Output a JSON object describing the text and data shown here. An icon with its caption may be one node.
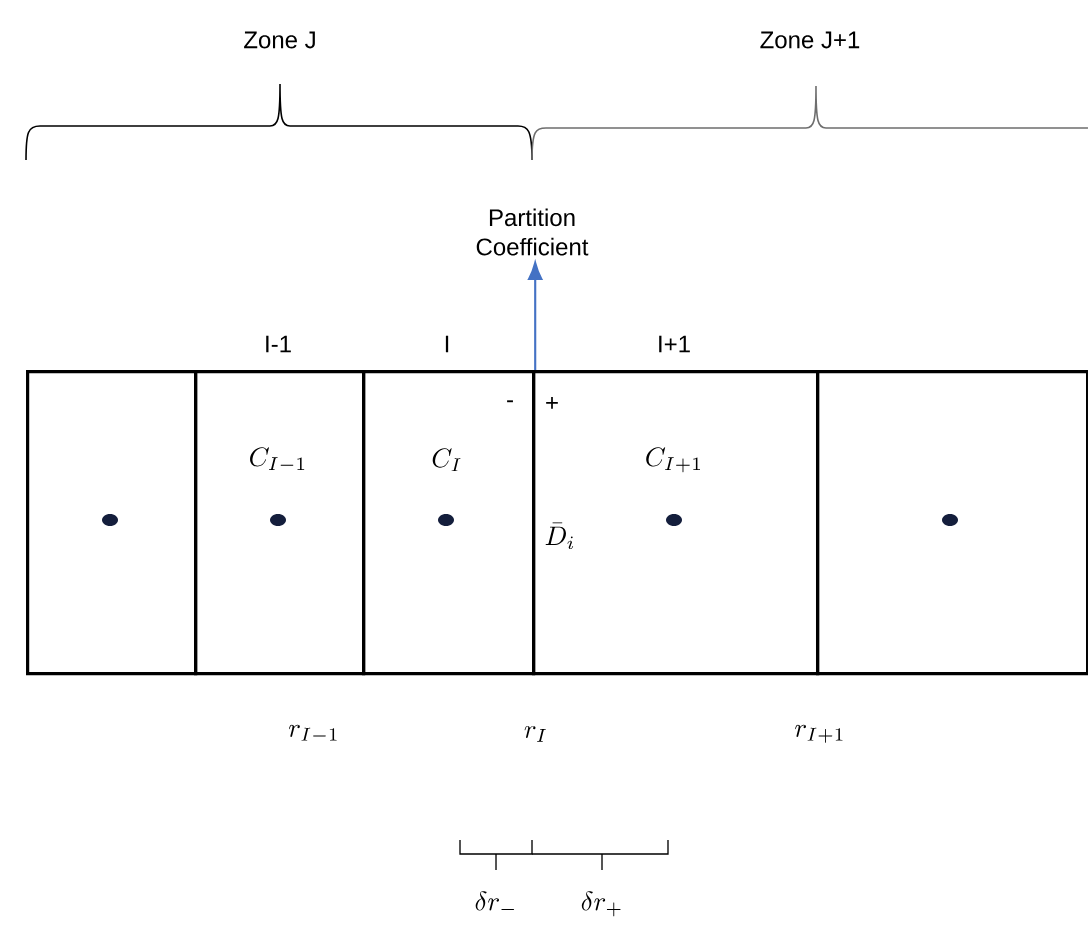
{
  "diagram": {
    "nodes": [
      {
        "text": [],
        "shape": "box"
      },
      {
        "text": [
          "I-1",
          "C_{I-1}"
        ]
      },
      {
        "text": [
          "I",
          "C_I"
        ]
      },
      {
        "text": [
          "I+1",
          "C_{I+1}"
        ]
      },
      {
        "text": [],
        "shape": "box"
      },
      {
        "text": [
          "Partition Coefficient"
        ]
      }
    ],
    "edges": [
      {
        "from": 2,
        "to": 5,
        "arrow": "to",
        "color": "#4472c4"
      }
    ],
    "labels": [
      "Zone J",
      "Zone J+1",
      "-",
      "+",
      "\\bar{D}_i",
      "r_{I-1}",
      "r_I",
      "r_{I+1}",
      "\\delta r_-",
      "\\delta r_+"
    ]
  }
}
